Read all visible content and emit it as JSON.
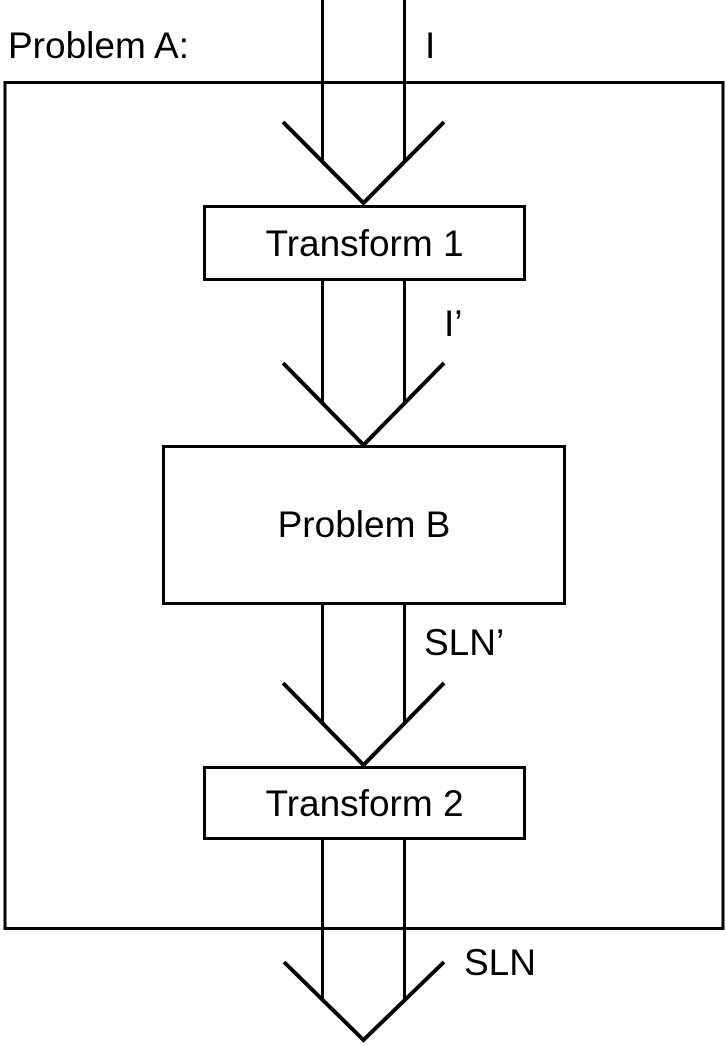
{
  "diagram": {
    "type": "problem-reduction-flowchart",
    "title": "Problem A:",
    "stroke_color": "#000000",
    "background_color": "#ffffff",
    "outer_container": {
      "label": "Problem A:",
      "label_font_size": 37
    },
    "nodes": [
      {
        "id": "transform1",
        "label": "Transform 1",
        "font_size": 37
      },
      {
        "id": "problemB",
        "label": "Problem B",
        "font_size": 37
      },
      {
        "id": "transform2",
        "label": "Transform 2",
        "font_size": 37
      }
    ],
    "edge_labels": [
      {
        "id": "input",
        "label": "I",
        "font_size": 37
      },
      {
        "id": "input-prime",
        "label": "I’",
        "font_size": 37
      },
      {
        "id": "solution-prime",
        "label": "SLN’",
        "font_size": 37
      },
      {
        "id": "solution",
        "label": "SLN",
        "font_size": 37
      }
    ],
    "flow_sequence": [
      "I",
      "Transform 1",
      "I’",
      "Problem B",
      "SLN’",
      "Transform 2",
      "SLN"
    ]
  }
}
